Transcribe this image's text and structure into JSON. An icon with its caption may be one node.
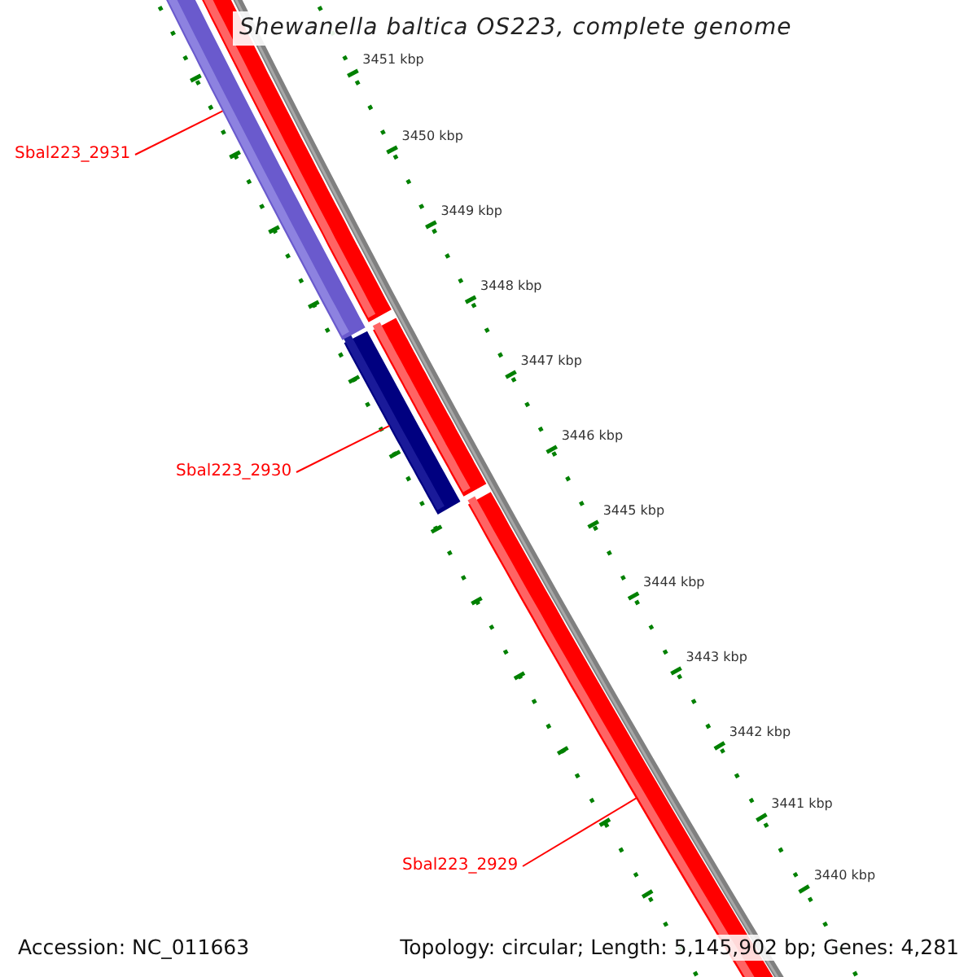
{
  "diagram": {
    "title": "Shewanella baltica OS223, complete genome",
    "nodes": [
      {
        "text": [
          "Sbal223_2931"
        ]
      },
      {
        "text": [],
        "shape": "bar"
      },
      {
        "text": [
          "Sbal223_2930"
        ]
      },
      {
        "text": [],
        "shape": "bar"
      },
      {
        "text": [
          "Sbal223_2929"
        ]
      },
      {
        "text": [],
        "shape": "bar"
      },
      {
        "text": [],
        "shape": "bar"
      },
      {
        "text": [],
        "shape": "bar"
      }
    ],
    "edges": [
      {
        "from": 0,
        "to": 1,
        "arrow": "none"
      },
      {
        "from": 2,
        "to": 3,
        "arrow": "none"
      },
      {
        "from": 4,
        "to": 5,
        "arrow": "none"
      }
    ],
    "labels": [
      "3451 kbp",
      "3450 kbp",
      "3449 kbp",
      "3448 kbp",
      "3447 kbp",
      "3446 kbp",
      "3445 kbp",
      "3444 kbp",
      "3443 kbp",
      "3442 kbp",
      "3441 kbp",
      "3440 kbp",
      "Accession: NC_011663",
      "Topology: circular; Length: 5,145,902 bp; Genes: 4,281"
    ]
  }
}
